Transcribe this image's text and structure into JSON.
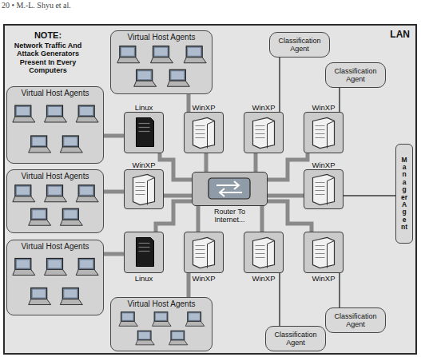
{
  "diagram": {
    "nodes": [
      {
        "text": [
          "LAN"
        ]
      },
      {
        "text": [
          "Virtual Host Agents"
        ],
        "in": 0
      },
      {
        "text": [
          "Classification Agent"
        ],
        "in": 0
      },
      {
        "text": [
          "Classification Agent"
        ],
        "in": 0
      },
      {
        "text": [
          "Virtual Host Agents"
        ],
        "in": 0
      },
      {
        "text": [
          "Linux"
        ],
        "in": 0
      },
      {
        "text": [
          "WinXP"
        ],
        "in": 0
      },
      {
        "text": [
          "WinXP"
        ],
        "in": 0
      },
      {
        "text": [
          "WinXP"
        ],
        "in": 0
      },
      {
        "text": [
          "Virtual Host Agents"
        ],
        "in": 0
      },
      {
        "text": [
          "WinXP"
        ],
        "in": 0
      },
      {
        "text": [
          "Router To Internet..."
        ],
        "in": 0
      },
      {
        "text": [
          "WinXP"
        ],
        "in": 0
      },
      {
        "text": [
          "Manager Agent"
        ],
        "in": 0
      },
      {
        "text": [
          "Virtual Host Agents"
        ],
        "in": 0
      },
      {
        "text": [
          "Linux"
        ],
        "in": 0
      },
      {
        "text": [
          "WinXP"
        ],
        "in": 0
      },
      {
        "text": [
          "WinXP"
        ],
        "in": 0
      },
      {
        "text": [
          "WinXP"
        ],
        "in": 0
      },
      {
        "text": [
          "Virtual Host Agents"
        ],
        "in": 0
      },
      {
        "text": [
          "Classification Agent"
        ],
        "in": 0
      },
      {
        "text": [
          "Classification Agent"
        ],
        "in": 0
      }
    ],
    "edges": [
      {
        "from": 1,
        "to": 6,
        "arrow": "none"
      },
      {
        "from": 2,
        "to": 7,
        "arrow": "none"
      },
      {
        "from": 3,
        "to": 8,
        "arrow": "none"
      },
      {
        "from": 4,
        "to": 5,
        "arrow": "none"
      },
      {
        "from": 5,
        "to": 11,
        "arrow": "none"
      },
      {
        "from": 6,
        "to": 11,
        "arrow": "none"
      },
      {
        "from": 7,
        "to": 11,
        "arrow": "none"
      },
      {
        "from": 8,
        "to": 11,
        "arrow": "none"
      },
      {
        "from": 9,
        "to": 10,
        "arrow": "none"
      },
      {
        "from": 10,
        "to": 11,
        "arrow": "none"
      },
      {
        "from": 12,
        "to": 11,
        "arrow": "none"
      },
      {
        "from": 13,
        "to": 12,
        "arrow": "none"
      },
      {
        "from": 14,
        "to": 15,
        "arrow": "none"
      },
      {
        "from": 15,
        "to": 11,
        "arrow": "none"
      },
      {
        "from": 16,
        "to": 11,
        "arrow": "none"
      },
      {
        "from": 17,
        "to": 11,
        "arrow": "none"
      },
      {
        "from": 18,
        "to": 11,
        "arrow": "none"
      },
      {
        "from": 19,
        "to": 16,
        "arrow": "none"
      },
      {
        "from": 20,
        "to": 18,
        "arrow": "none"
      },
      {
        "from": 21,
        "to": 17,
        "arrow": "none"
      }
    ],
    "labels": [
      "20 • M.-L. Shyu et al.",
      "NOTE:",
      "Network Traffic And Attack Generators Present In Every Computers"
    ]
  }
}
